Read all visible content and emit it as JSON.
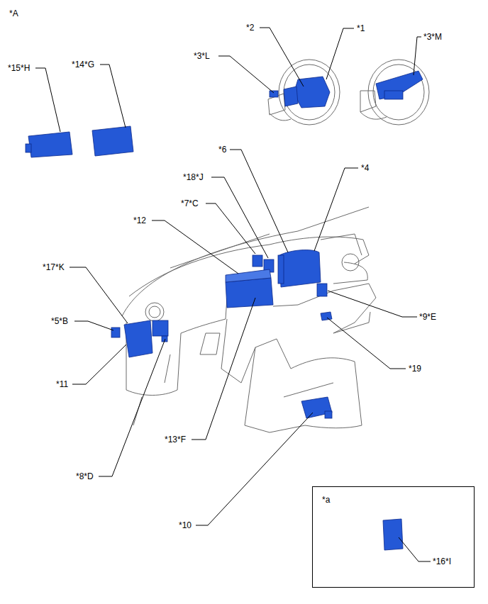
{
  "diagram": {
    "nodes": [
      {
        "text": [
          "*a"
        ]
      }
    ],
    "labels": [
      "*A",
      "*15*H",
      "*14*G",
      "*2",
      "*1",
      "*3*M",
      "*3*L",
      "*6",
      "*4",
      "*18*J",
      "*7*C",
      "*12",
      "*17*K",
      "*5*B",
      "*9*E",
      "*11",
      "*19",
      "*13*F",
      "*8*D",
      "*10",
      "*16*I"
    ]
  }
}
